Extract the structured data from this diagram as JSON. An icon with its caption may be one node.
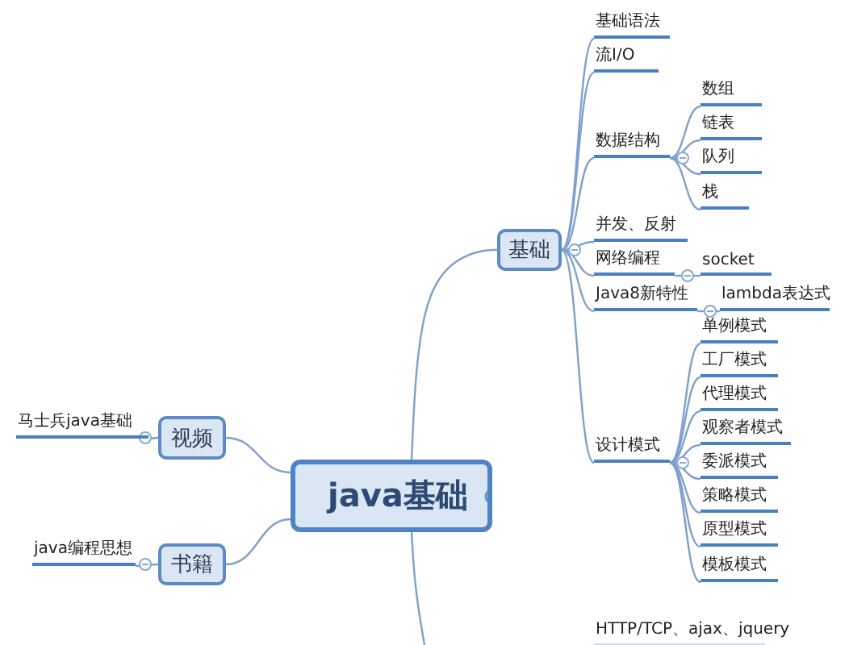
{
  "diagram": {
    "nodes": [
      {
        "text": [
          "java基础"
        ]
      },
      {
        "text": [
          "基础"
        ]
      },
      {
        "text": [
          "基础语法"
        ]
      },
      {
        "text": [
          "流I/O"
        ]
      },
      {
        "text": [
          "数据结构"
        ]
      },
      {
        "text": [
          "数组"
        ]
      },
      {
        "text": [
          "链表"
        ]
      },
      {
        "text": [
          "队列"
        ]
      },
      {
        "text": [
          "栈"
        ]
      },
      {
        "text": [
          "并发、反射"
        ]
      },
      {
        "text": [
          "网络编程"
        ]
      },
      {
        "text": [
          "socket"
        ]
      },
      {
        "text": [
          "Java8新特性"
        ]
      },
      {
        "text": [
          "lambda表达式"
        ]
      },
      {
        "text": [
          "设计模式"
        ]
      },
      {
        "text": [
          "单例模式"
        ]
      },
      {
        "text": [
          "工厂模式"
        ]
      },
      {
        "text": [
          "代理模式"
        ]
      },
      {
        "text": [
          "观察者模式"
        ]
      },
      {
        "text": [
          "委派模式"
        ]
      },
      {
        "text": [
          "策略模式"
        ]
      },
      {
        "text": [
          "原型模式"
        ]
      },
      {
        "text": [
          "模板模式"
        ]
      },
      {
        "text": [
          "视频"
        ]
      },
      {
        "text": [
          "马士兵java基础"
        ]
      },
      {
        "text": [
          "书籍"
        ]
      },
      {
        "text": [
          "java编程思想"
        ]
      },
      {
        "text": [
          "HTTP/TCP、ajax、jquery"
        ]
      }
    ],
    "edges": [
      {
        "from": 0,
        "to": 1,
        "arrow": "none"
      },
      {
        "from": 1,
        "to": 2,
        "arrow": "none"
      },
      {
        "from": 1,
        "to": 3,
        "arrow": "none"
      },
      {
        "from": 1,
        "to": 4,
        "arrow": "none"
      },
      {
        "from": 4,
        "to": 5,
        "arrow": "none"
      },
      {
        "from": 4,
        "to": 6,
        "arrow": "none"
      },
      {
        "from": 4,
        "to": 7,
        "arrow": "none"
      },
      {
        "from": 4,
        "to": 8,
        "arrow": "none"
      },
      {
        "from": 1,
        "to": 9,
        "arrow": "none"
      },
      {
        "from": 1,
        "to": 10,
        "arrow": "none"
      },
      {
        "from": 10,
        "to": 11,
        "arrow": "none"
      },
      {
        "from": 1,
        "to": 12,
        "arrow": "none"
      },
      {
        "from": 12,
        "to": 13,
        "arrow": "none"
      },
      {
        "from": 1,
        "to": 14,
        "arrow": "none"
      },
      {
        "from": 14,
        "to": 15,
        "arrow": "none"
      },
      {
        "from": 14,
        "to": 16,
        "arrow": "none"
      },
      {
        "from": 14,
        "to": 17,
        "arrow": "none"
      },
      {
        "from": 14,
        "to": 18,
        "arrow": "none"
      },
      {
        "from": 14,
        "to": 19,
        "arrow": "none"
      },
      {
        "from": 14,
        "to": 20,
        "arrow": "none"
      },
      {
        "from": 14,
        "to": 21,
        "arrow": "none"
      },
      {
        "from": 14,
        "to": 22,
        "arrow": "none"
      },
      {
        "from": 0,
        "to": 23,
        "arrow": "none"
      },
      {
        "from": 23,
        "to": 24,
        "arrow": "none"
      },
      {
        "from": 0,
        "to": 25,
        "arrow": "none"
      },
      {
        "from": 25,
        "to": 26,
        "arrow": "none"
      },
      {
        "from": 0,
        "to": null,
        "arrow": "none"
      }
    ]
  }
}
